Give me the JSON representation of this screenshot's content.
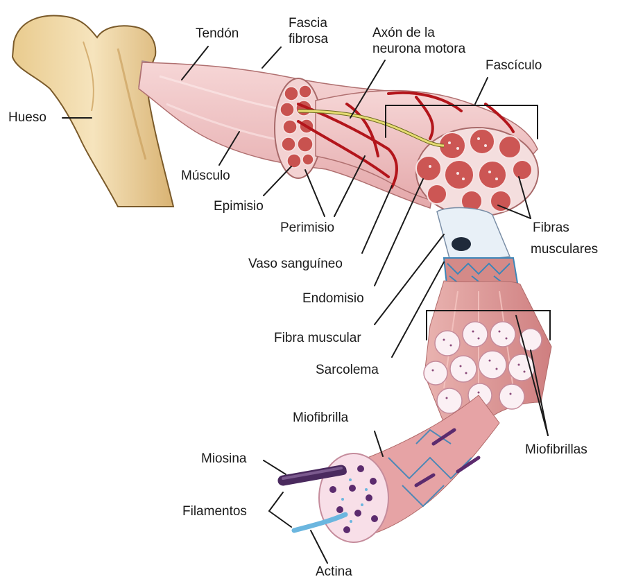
{
  "labels": {
    "hueso": "Hueso",
    "tendon": "Tendón",
    "fascia_fibrosa_1": "Fascia",
    "fascia_fibrosa_2": "fibrosa",
    "axon_1": "Axón de la",
    "axon_2": "neurona motora",
    "fasciculo": "Fascículo",
    "musculo": "Músculo",
    "epimisio": "Epimisio",
    "perimisio": "Perimisio",
    "fibras_musculares_1": "Fibras",
    "fibras_musculares_2": "musculares",
    "vaso_sanguineo": "Vaso sanguíneo",
    "endomisio": "Endomisio",
    "fibra_muscular": "Fibra muscular",
    "sarcolema": "Sarcolema",
    "miofibrilla": "Miofibrilla",
    "miofibrillas": "Miofibrillas",
    "miosina": "Miosina",
    "filamentos": "Filamentos",
    "actina": "Actina"
  },
  "colors": {
    "bone": "#f2dcae",
    "bone_outline": "#7a5a2a",
    "tendon": "#f6eef0",
    "muscle": "#f0c4c4",
    "fascicle_fill": "#d4605e",
    "vessel": "#b3151b",
    "nerve": "#e6dc72",
    "sarcolemma": "#3d86b8",
    "myosin": "#4a2a5e",
    "actin": "#6bb6df",
    "myofibril_end": "#f8dfe8"
  }
}
